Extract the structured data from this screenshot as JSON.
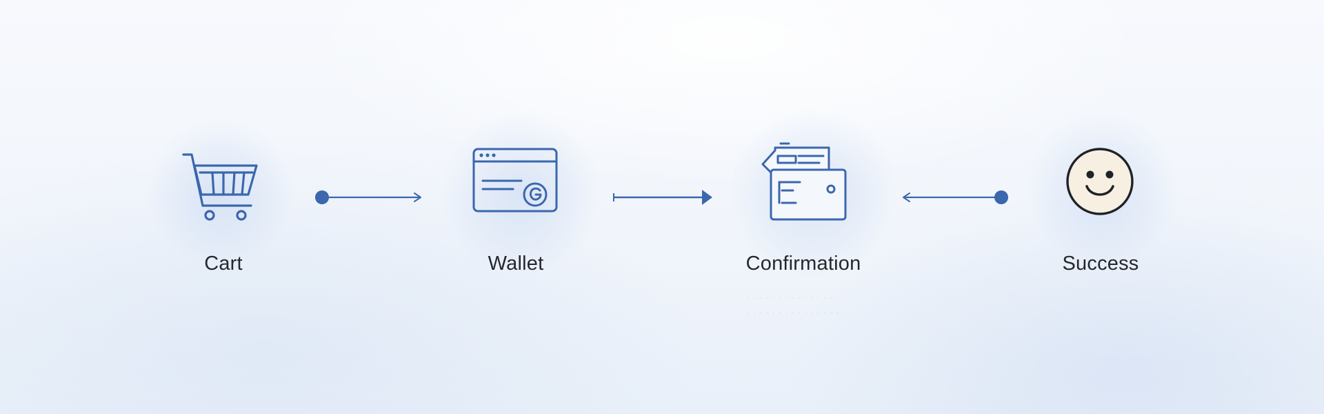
{
  "accent_color": "#3a67ad",
  "steps": [
    {
      "label": "Cart",
      "icon": "shopping-cart-icon"
    },
    {
      "label": "Wallet",
      "icon": "wallet-window-icon"
    },
    {
      "label": "Confirmation",
      "icon": "confirmation-cards-icon"
    },
    {
      "label": "Success",
      "icon": "smiley-face-icon"
    }
  ],
  "connectors": [
    {
      "from": "Cart",
      "to": "Wallet",
      "style": "dot-to-arrow"
    },
    {
      "from": "Wallet",
      "to": "Confirmation",
      "style": "bar-to-filled-arrow"
    },
    {
      "from": "Success",
      "to": "Confirmation",
      "style": "dot-to-arrow"
    }
  ]
}
